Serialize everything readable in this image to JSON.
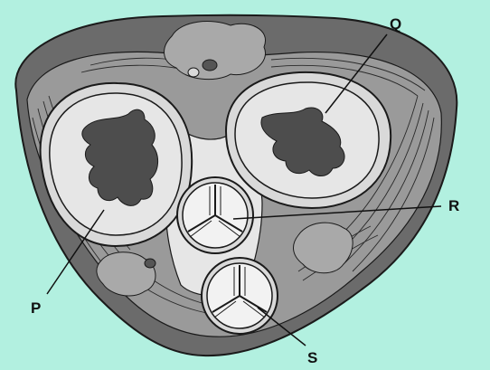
{
  "labels": {
    "P": "P",
    "Q": "Q",
    "R": "R",
    "S": "S"
  },
  "colors": {
    "page_background": "#b2f0e0",
    "outer_tissue": "#6b6b6b",
    "muscle_band": "#9a9a9a",
    "stroke": "#1a1a1a",
    "chamber_wall": "#d9d9d9",
    "cavity": "#e6e6e6",
    "central_mass": "#4d4d4d",
    "fat": "#a9a9a9"
  }
}
